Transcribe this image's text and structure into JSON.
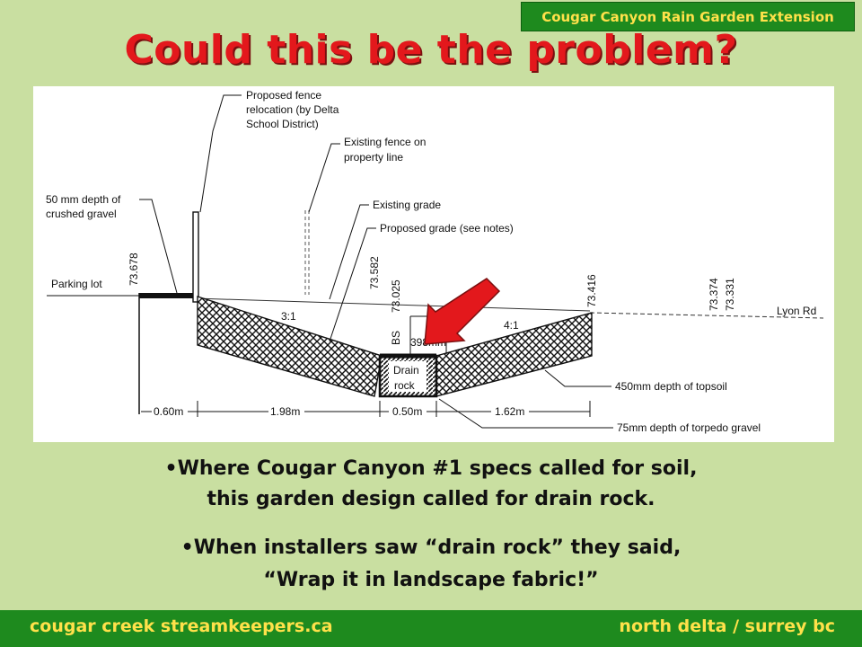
{
  "header": {
    "badge": "Cougar Canyon Rain Garden Extension"
  },
  "title": "Could this be the problem?",
  "diagram": {
    "labels": {
      "fence_relocation_1": "Proposed fence",
      "fence_relocation_2": "relocation (by Delta",
      "fence_relocation_3": "School District)",
      "existing_fence_1": "Existing fence on",
      "existing_fence_2": "property line",
      "crushed_gravel_1": "50 mm depth of",
      "crushed_gravel_2": "crushed gravel",
      "existing_grade": "Existing grade",
      "proposed_grade": "Proposed grade (see notes)",
      "parking_lot": "Parking lot",
      "lyon_rd": "Lyon Rd",
      "topsoil": "450mm depth of topsoil",
      "torpedo_gravel": "75mm depth of torpedo gravel",
      "drain_rock_1": "Drain",
      "drain_rock_2": "rock",
      "slope_left": "3:1",
      "slope_right": "4:1",
      "bs": "BS",
      "depth_398": "398mm"
    },
    "elevations": {
      "e1": "73.678",
      "e2": "73.582",
      "e3": "73.025",
      "e4": "73.416",
      "e5": "73.374",
      "e6": "73.331"
    },
    "dimensions": {
      "d1": "0.60m",
      "d2": "1.98m",
      "d3": "0.50m",
      "d4": "1.62m"
    }
  },
  "bullets": {
    "b1_line1": "•Where Cougar Canyon #1 specs called for soil,",
    "b1_line2": "this garden design called for drain rock.",
    "b2_line1": "•When installers saw “drain rock” they said,",
    "b2_line2": "“Wrap it in landscape fabric!”"
  },
  "footer": {
    "left": "cougar creek streamkeepers.ca",
    "right": "north delta / surrey bc"
  },
  "colors": {
    "title": "#e3181c",
    "green_bar": "#1e8a1e",
    "yellow_text": "#ffe14a",
    "background": "#c9dfa1",
    "arrow": "#e3181c"
  }
}
